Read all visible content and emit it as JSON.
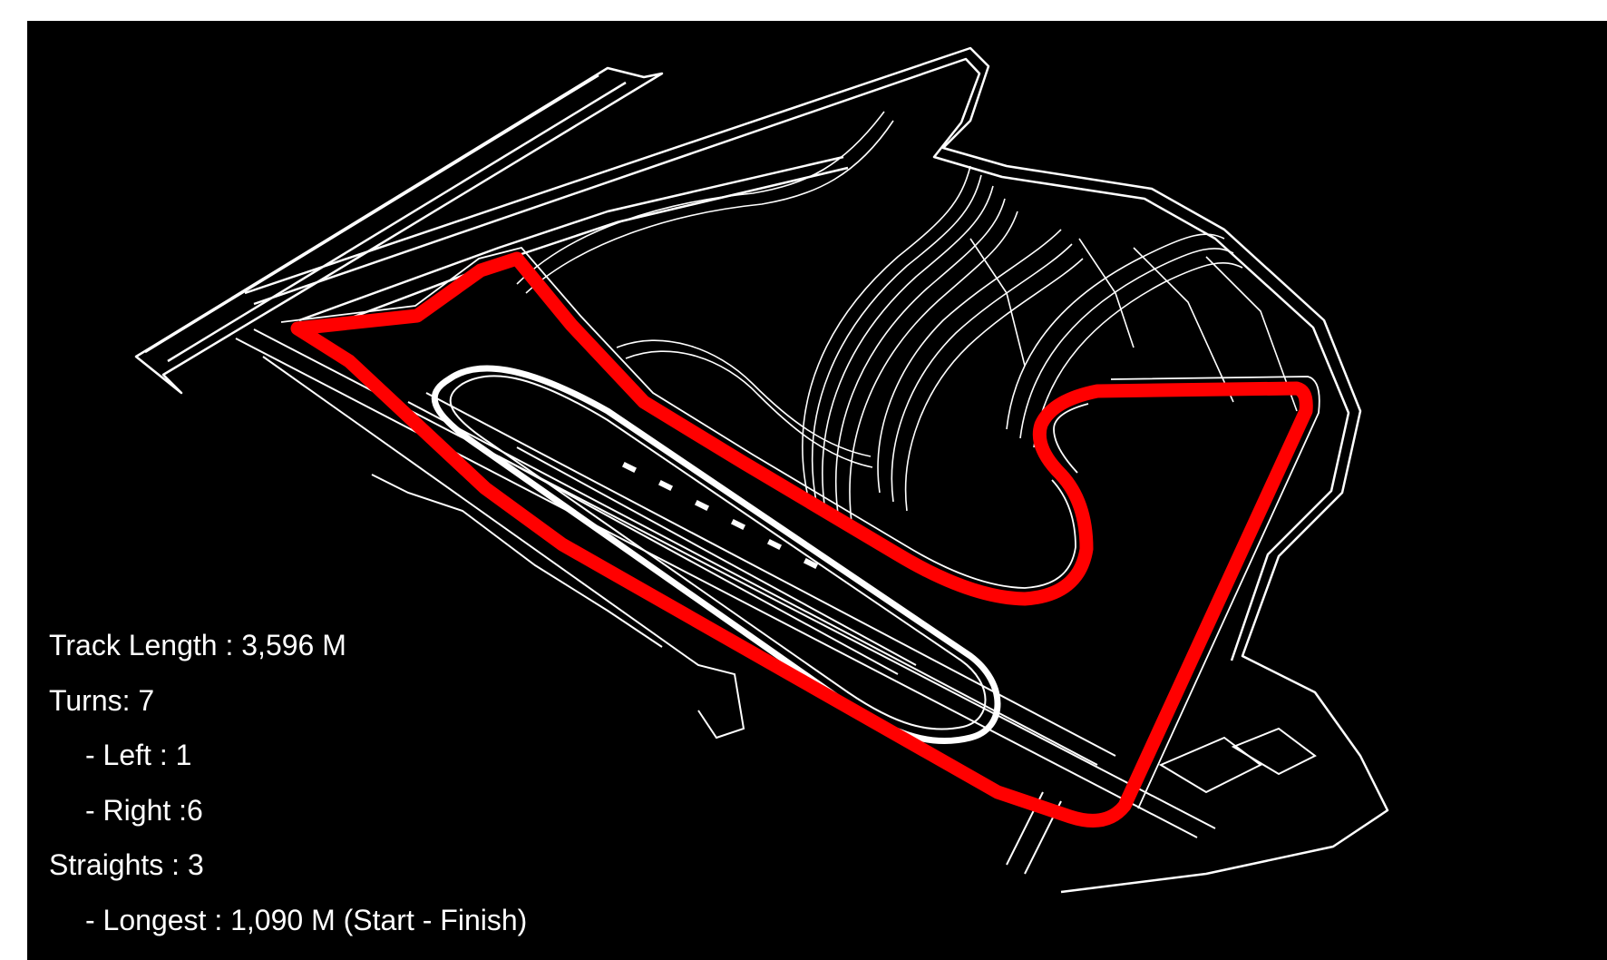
{
  "colors": {
    "background": "#000000",
    "lines": "#ffffff",
    "track": "#ff0000",
    "frame": "#ffffff"
  },
  "stats": {
    "track_length": "Track Length : 3,596 M",
    "turns": "Turns: 7",
    "left": "- Left : 1",
    "right": "- Right :6",
    "straights": "Straights : 3",
    "longest": "- Longest : 1,090 M (Start - Finish)"
  }
}
